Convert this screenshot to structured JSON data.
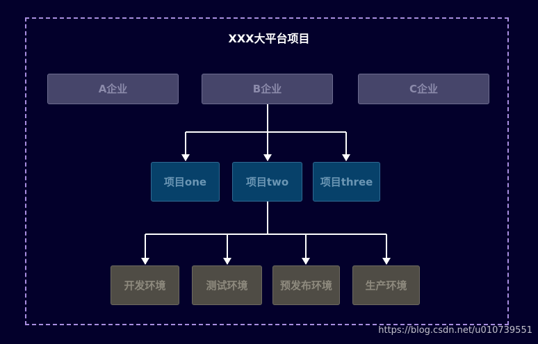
{
  "diagram": {
    "title": "XXX大平台项目",
    "companies": [
      "A企业",
      "B企业",
      "C企业"
    ],
    "projects": [
      "项目one",
      "项目two",
      "项目three"
    ],
    "environments": [
      "开发环境",
      "测试环境",
      "预发布环境",
      "生产环境"
    ],
    "colors": {
      "background": "#03002b",
      "frame": "#a98ee0",
      "company_fill": "#46456a",
      "project_fill": "#07416a",
      "environment_fill": "#4f4c45",
      "arrow": "#ffffff"
    }
  },
  "watermark": "https://blog.csdn.net/u010739551"
}
